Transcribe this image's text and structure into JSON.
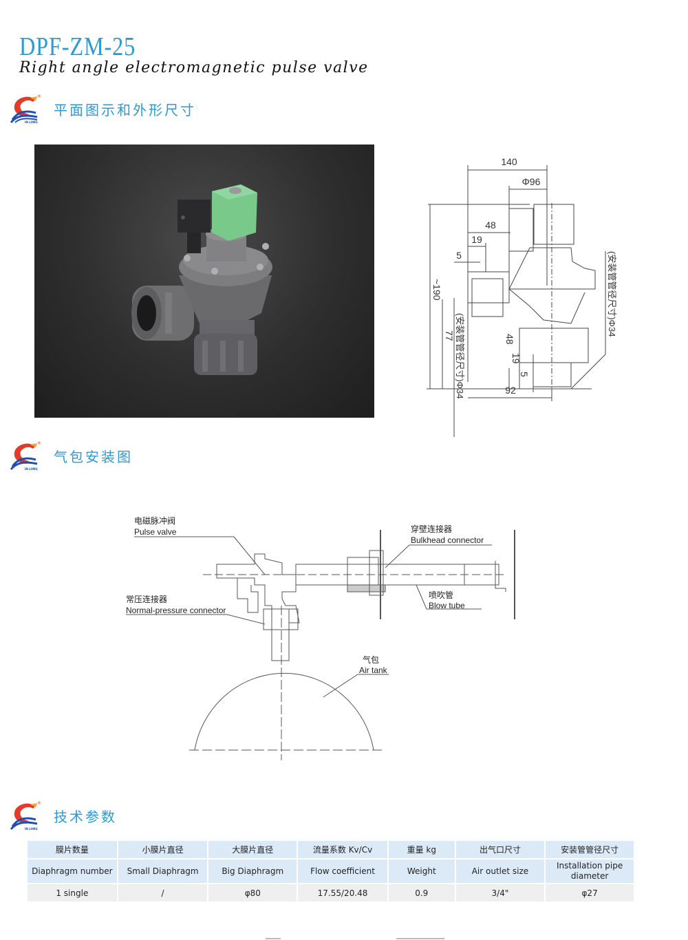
{
  "header": {
    "model": "DPF-ZM-25",
    "subtitle": "Right angle electromagnetic pulse valve"
  },
  "brand": {
    "logo_text": "IN LONG",
    "registered_mark": "®",
    "colors": {
      "red": "#e53a2a",
      "orange": "#f5a623",
      "blue": "#1f4fb4",
      "title_blue": "#2a9bd6"
    }
  },
  "sections": {
    "dimensions": {
      "title": "平面图示和外形尺寸"
    },
    "installation": {
      "title": "气包安装图"
    },
    "specs": {
      "title": "技术参数"
    }
  },
  "dimension_drawing": {
    "labels": {
      "overall_width": "140",
      "coil_diameter": "Φ96",
      "d48_top": "48",
      "d19_top": "19",
      "d5_top": "5",
      "height": "~190",
      "d77": "77",
      "d48_bottom": "48",
      "d19_bottom": "19",
      "d5_bottom": "5",
      "d92": "92",
      "pipe_side_left": "(安装管管径尺寸)Φ34",
      "pipe_side_right": "(安装管管径尺寸)Φ34"
    }
  },
  "installation_diagram": {
    "labels": [
      {
        "cn": "电磁脉冲阀",
        "en": "Pulse valve"
      },
      {
        "cn": "常压连接器",
        "en": "Normal-pressure connector"
      },
      {
        "cn": "穿壁连接器",
        "en": "Bulkhead connector"
      },
      {
        "cn": "喷吹管",
        "en": "Blow tube"
      },
      {
        "cn": "气包",
        "en": "Air tank"
      }
    ]
  },
  "spec_table": {
    "headers_cn": [
      "膜片数量",
      "小膜片直径",
      "大膜片直径",
      "流量系数 Kv/Cv",
      "重量  kg",
      "出气口尺寸",
      "安装管管径尺寸"
    ],
    "headers_en": [
      "Diaphragm number",
      "Small Diaphragm",
      "Big Diaphragm",
      "Flow coefficient",
      "Weight",
      "Air outlet size",
      "Installation pipe diameter"
    ],
    "values": [
      "1 single",
      "/",
      "φ80",
      "17.55/20.48",
      "0.9",
      "3/4\"",
      "φ27"
    ]
  }
}
